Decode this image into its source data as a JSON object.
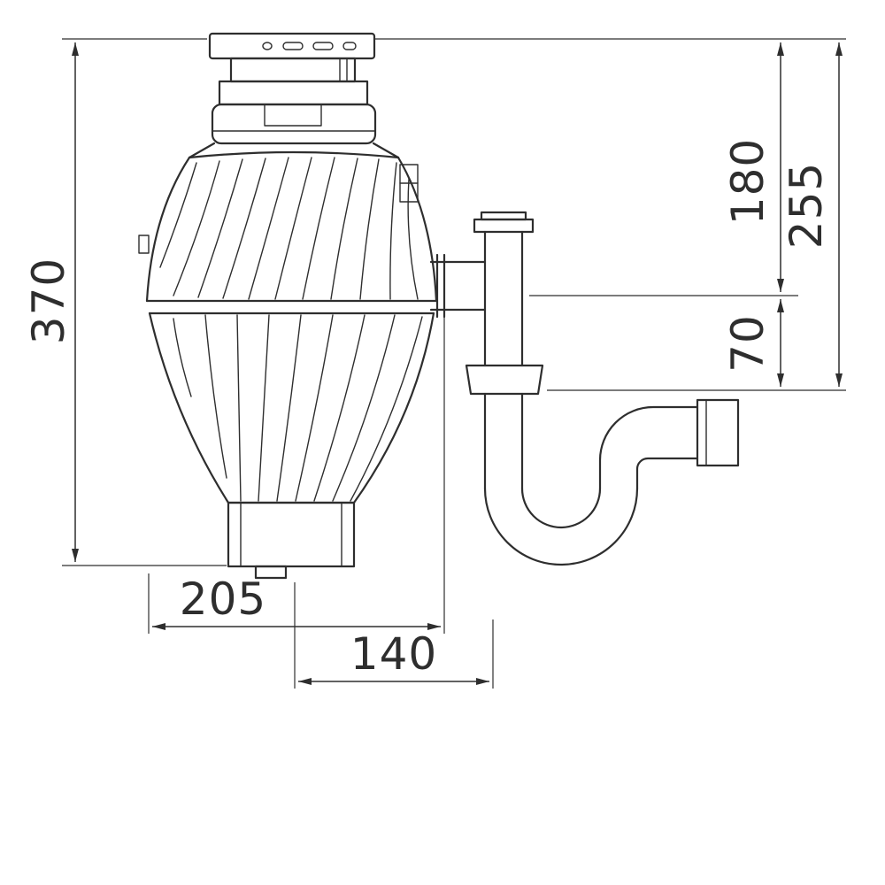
{
  "drawing": {
    "colors": {
      "line": "#2e2e2e",
      "background": "#ffffff"
    },
    "dimensions": {
      "overall_height": "370",
      "top_to_outlet": "180",
      "top_to_trap_nut": "255",
      "outlet_to_nut": "70",
      "body_width": "205",
      "center_to_trap": "140"
    }
  }
}
